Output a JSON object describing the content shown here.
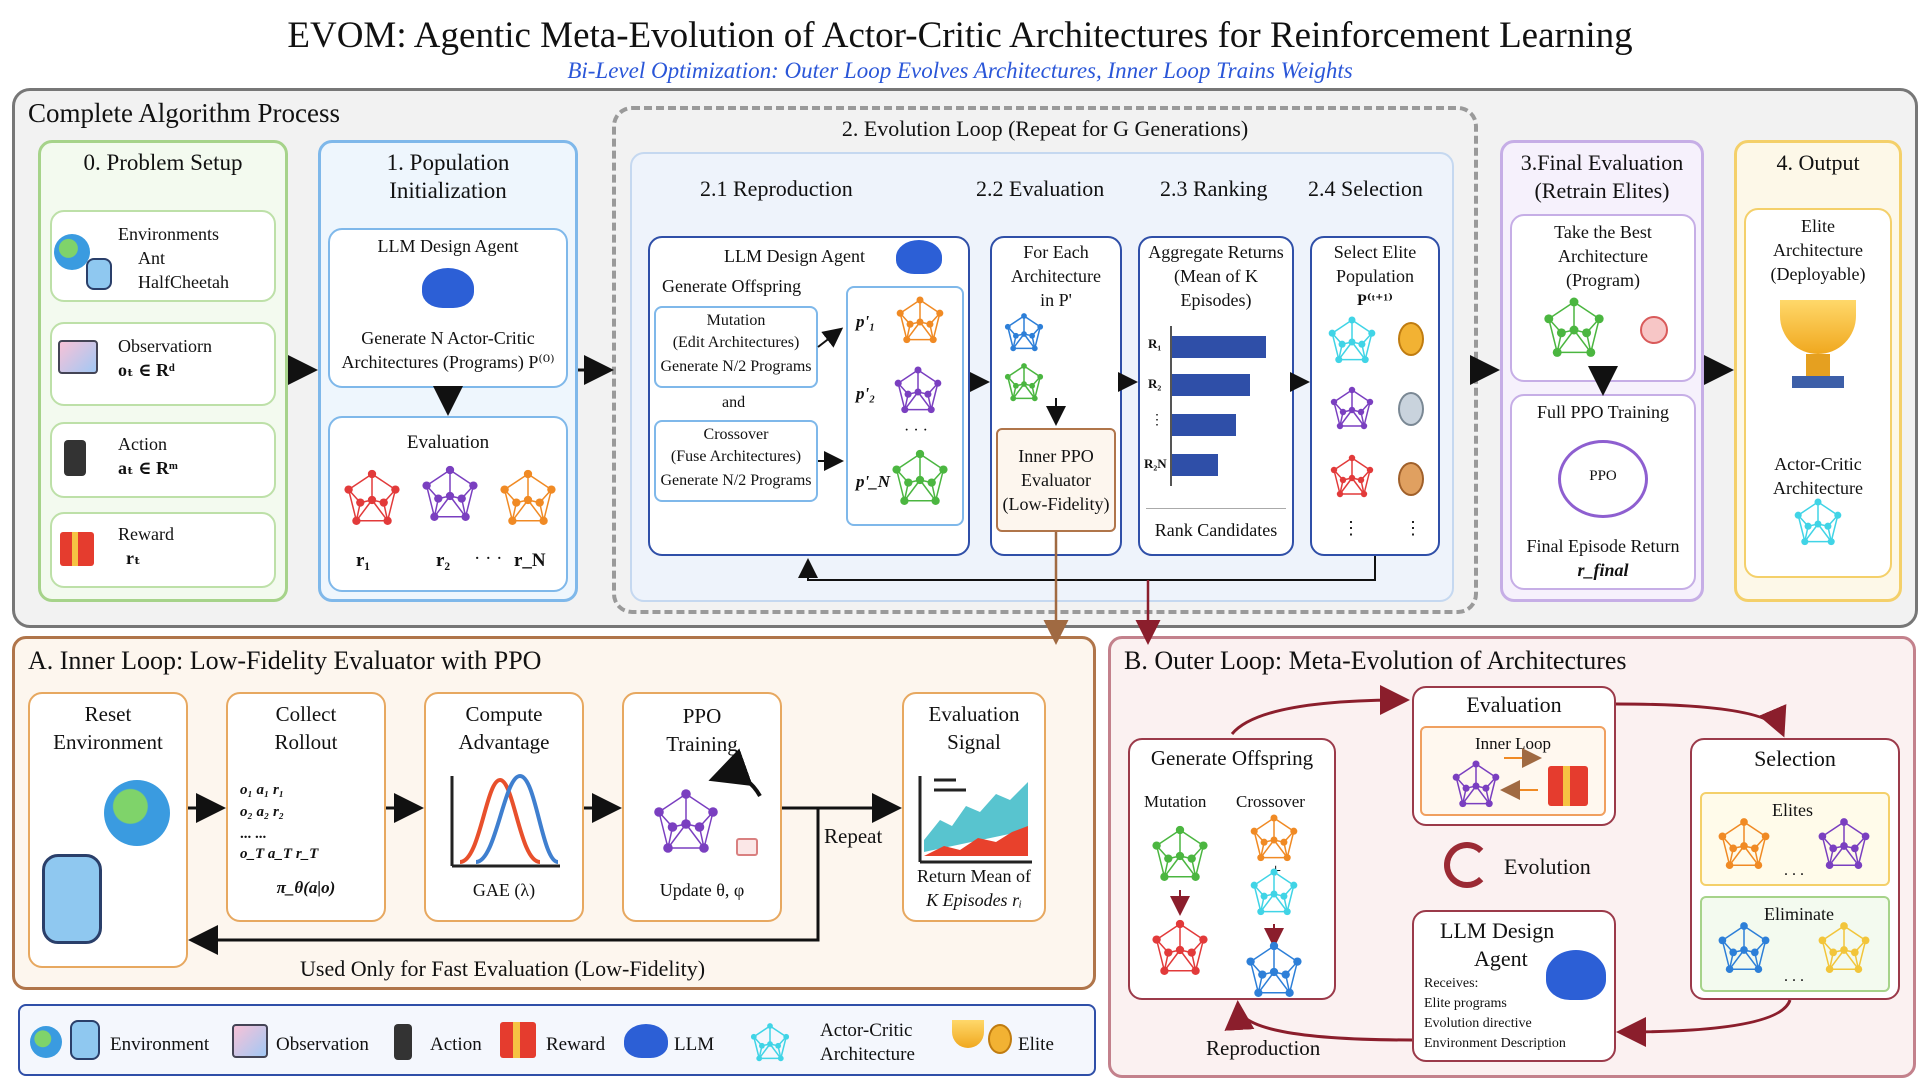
{
  "header": {
    "title": "EVOM: Agentic Meta-Evolution of Actor-Critic Architectures for Reinforcement Learning",
    "subtitle": "Bi-Level Optimization: Outer Loop Evolves Architectures, Inner Loop Trains Weights"
  },
  "process": {
    "title": "Complete Algorithm Process",
    "setup": {
      "title": "0. Problem Setup",
      "env_label": "Environments",
      "env_1": "Ant",
      "env_2": "HalfCheetah",
      "obs_label": "Observatiorn",
      "obs_math": "oₜ ∈ Rᵈ",
      "action_label": "Action",
      "action_math": "aₜ ∈ Rᵐ",
      "reward_label": "Reward",
      "reward_math": "rₜ"
    },
    "init": {
      "title_1": "1. Population",
      "title_2": "Initialization",
      "agent_label": "LLM Design Agent",
      "gen_1": "Generate N Actor-Critic",
      "gen_2": "Architectures (Programs) P⁽⁰⁾",
      "eval_label": "Evaluation",
      "r1": "r₁",
      "r2": "r₂",
      "dots": "· · ·",
      "rN": "r_N"
    },
    "evo": {
      "title": "2. Evolution Loop (Repeat for G Generations)",
      "repro_title": "2.1 Reproduction",
      "eval_title": "2.2 Evaluation",
      "rank_title": "2.3 Ranking",
      "sel_title": "2.4 Selection",
      "agent_label": "LLM Design Agent",
      "gen_offspring": "Generate Offspring",
      "mut_1": "Mutation",
      "mut_2": "(Edit Architectures)",
      "mut_3": "Generate N/2 Programs",
      "and": "and",
      "cross_1": "Crossover",
      "cross_2": "(Fuse Architectures)",
      "cross_3": "Generate N/2 Programs",
      "p1": "p'₁",
      "p2": "p'₂",
      "pN": "p'_N",
      "vdots": "· · ·",
      "foreach_1": "For Each",
      "foreach_2": "Architecture",
      "foreach_3": "in P'",
      "inner_1": "Inner PPO",
      "inner_2": "Evaluator",
      "inner_3": "(Low-Fidelity)",
      "agg_1": "Aggregate Returns",
      "agg_2": "(Mean of  K",
      "agg_3": "Episodes)",
      "R1": "R₁",
      "R2": "R₂",
      "R2N": "R₂N",
      "rank_cand": "Rank Candidates",
      "sel_1": "Select Elite",
      "sel_2": "Population",
      "sel_3": "P⁽ᵗ⁺¹⁾"
    },
    "final": {
      "title_1": "3.Final Evaluation",
      "title_2": "(Retrain Elites)",
      "best_1": "Take the Best",
      "best_2": "Architecture",
      "best_3": "(Program)",
      "full_ppo": "Full PPO Training",
      "ppo": "PPO",
      "ret": "Final Episode Return",
      "rfinal": "r_final"
    },
    "output": {
      "title": "4. Output",
      "elite_1": "Elite",
      "elite_2": "Architecture",
      "elite_3": "(Deployable)",
      "ac_1": "Actor-Critic",
      "ac_2": "Architecture"
    }
  },
  "inner": {
    "title": "A. Inner Loop: Low-Fidelity Evaluator with PPO",
    "reset_1": "Reset",
    "reset_2": "Environment",
    "collect_1": "Collect",
    "collect_2": "Rollout",
    "rollout_rows": [
      "o₁   a₁        r₁",
      "o₂   a₂        r₂",
      "...    ...",
      "o_T  a_T       r_T"
    ],
    "policy": "π_θ(a|o)",
    "adv_1": "Compute",
    "adv_2": "Advantage",
    "gae": "GAE (λ)",
    "ppo_1": "PPO",
    "ppo_2": "Training",
    "update": "Update θ, φ",
    "repeat": "Repeat",
    "sig_1": "Evaluation",
    "sig_2": "Signal",
    "ret_1": "Return Mean of",
    "ret_2": "K Episodes rᵢ",
    "footer": "Used Only for Fast Evaluation (Low-Fidelity)"
  },
  "outer": {
    "title": "B. Outer Loop: Meta-Evolution of Architectures",
    "evaluation": "Evaluation",
    "inner_loop": "Inner Loop",
    "gen_offspring": "Generate Offspring",
    "mutation": "Mutation",
    "crossover": "Crossover",
    "plus": "+",
    "evolution": "Evolution",
    "selection": "Selection",
    "elites": "Elites",
    "eliminate": "Eliminate",
    "dots": ". . .",
    "agent_1": "LLM Design",
    "agent_2": "Agent",
    "receives": "Receives:",
    "rec_1": "Elite programs",
    "rec_2": "Evolution directive",
    "rec_3": "Environment Description",
    "reproduction": "Reproduction"
  },
  "legend": {
    "environment": "Environment",
    "observation": "Observation",
    "action": "Action",
    "reward": "Reward",
    "llm": "LLM",
    "ac_1": "Actor-Critic",
    "ac_2": "Architecture",
    "elite": "Elite"
  },
  "colors": {
    "green": "#7dbb5a",
    "blue": "#5aa3e6",
    "purple": "#b79be0",
    "orange": "#f5b35d",
    "yellow": "#f4cf52",
    "brown": "#b0754a",
    "maroon": "#9b3a4a",
    "navy": "#2f4fa8",
    "red_net": "#e23a3a",
    "purple_net": "#7a3fc0",
    "orange_net": "#f08a24",
    "green_net": "#4bb640",
    "cyan_net": "#40d4e6",
    "blue_net": "#2d7fd8",
    "gold_net": "#f2c53a"
  }
}
